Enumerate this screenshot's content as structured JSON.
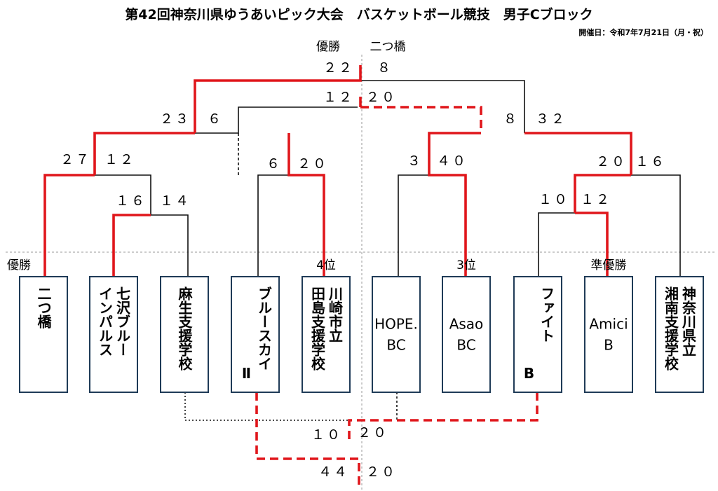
{
  "title": "第42回神奈川県ゆうあいピック大会　バスケットボール競技　男子Cブロック",
  "date_line": "開催日：令和7年7月21日（月・祝）",
  "champion_label": "優勝",
  "champion_name": "二つ橋",
  "teams": [
    {
      "label": "優勝",
      "lines": [
        "二つ橋"
      ],
      "latin": false
    },
    {
      "label": "",
      "lines": [
        "七沢ブルー",
        "インパルス"
      ],
      "latin": false
    },
    {
      "label": "",
      "lines": [
        "麻生支援学校"
      ],
      "latin": false
    },
    {
      "label": "",
      "lines": [
        "ブルースカイ",
        "Ⅱ"
      ],
      "latin": false
    },
    {
      "label": "4位",
      "lines": [
        "川崎市立",
        "田島支援学校"
      ],
      "latin": false
    },
    {
      "label": "",
      "lines": [
        "HOPE.",
        "BC"
      ],
      "latin": true
    },
    {
      "label": "3位",
      "lines": [
        "Asao",
        "BC"
      ],
      "latin": true
    },
    {
      "label": "",
      "lines": [
        "ファイト",
        "B"
      ],
      "latin": false
    },
    {
      "label": "準優勝",
      "lines": [
        "Amici",
        "B"
      ],
      "latin": true
    },
    {
      "label": "",
      "lines": [
        "神奈川県立",
        "湘南支援学校"
      ],
      "latin": false
    }
  ],
  "scores": {
    "final_left": "２２",
    "final_right": "８",
    "semi_left": "１２",
    "semi_right": "２０",
    "l_q_left": "２３",
    "l_q_right": "６",
    "r_q_left": "８",
    "r_q_right": "３２",
    "l1_left": "２７",
    "l1_right": "１２",
    "l2_left": "１６",
    "l2_right": "１４",
    "m1_left": "６",
    "m1_right": "２０",
    "m2_left": "３",
    "m2_right": "４０",
    "r1_left": "２０",
    "r1_right": "１６",
    "r2_left": "１０",
    "r2_right": "１２",
    "b1_left": "１０",
    "b1_right": "２０",
    "b2_left": "４４",
    "b2_right": "２０"
  },
  "colors": {
    "win": "#e0161b",
    "line": "#111111",
    "box": "#1f3b57",
    "guide": "#9a9a9a"
  }
}
